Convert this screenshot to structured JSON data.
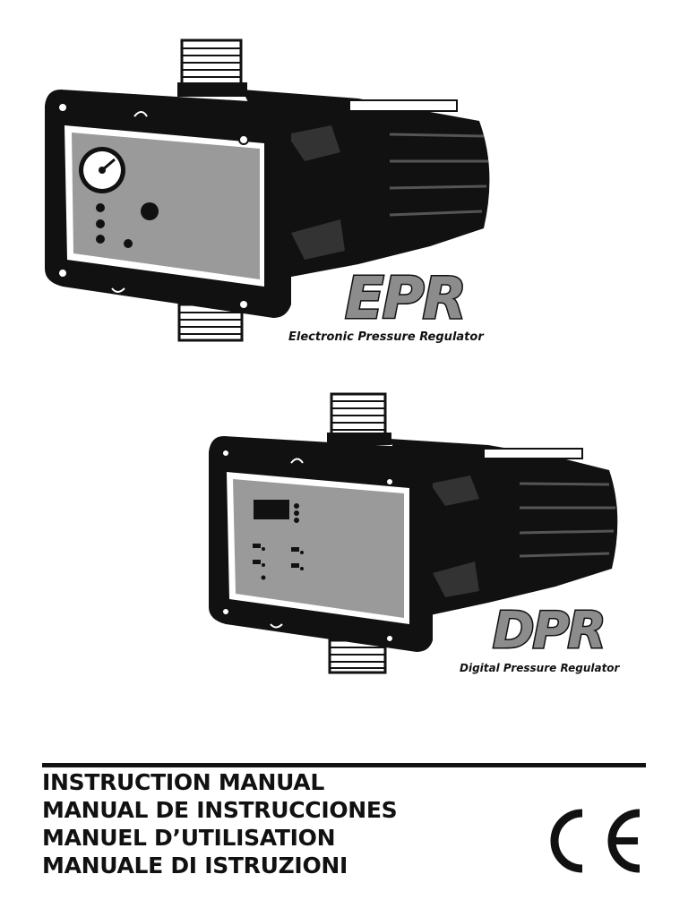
{
  "products": [
    {
      "logo": "EPR",
      "subtitle": "Electronic Pressure Regulator",
      "panel": "gauge"
    },
    {
      "logo": "DPR",
      "subtitle": "Digital Pressure Regulator",
      "panel": "digital"
    }
  ],
  "titles": [
    "INSTRUCTION MANUAL",
    "MANUAL DE INSTRUCCIONES",
    "MANUEL D’UTILISATION",
    "MANUALE DI ISTRUZIONI"
  ],
  "certification_mark": "CE",
  "colors": {
    "ink": "#111111",
    "panel_gray": "#9a9a9a",
    "logo_fill": "#8c8c8c",
    "background": "#ffffff"
  }
}
